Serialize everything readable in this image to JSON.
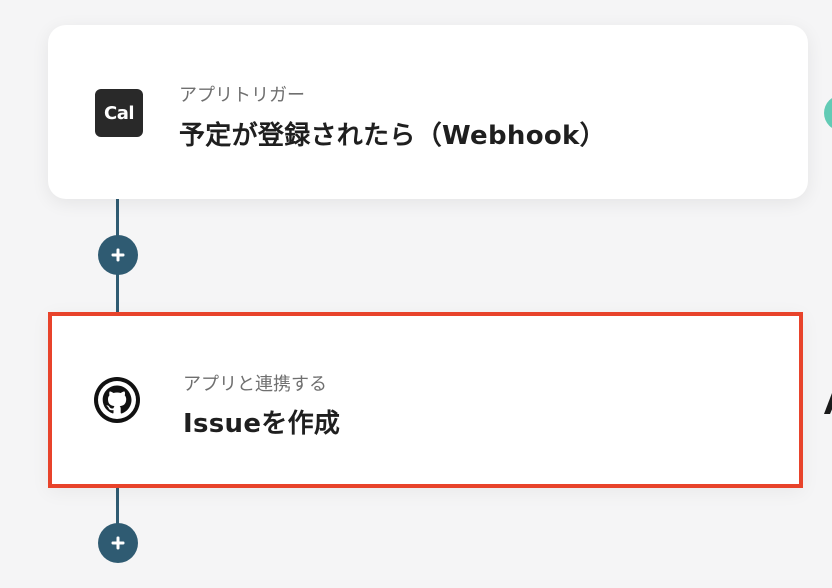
{
  "flow": {
    "trigger": {
      "kind_label": "アプリトリガー",
      "title": "予定が登録されたら（Webhook）",
      "app_icon": "cal-com-icon",
      "app_icon_text": "Cal"
    },
    "action": {
      "kind_label": "アプリと連携する",
      "title": "Issueを作成",
      "app_icon": "github-icon"
    },
    "add_step_icon": "plus-icon"
  },
  "colors": {
    "background": "#f5f5f6",
    "connector": "#2f5b72",
    "highlight_border": "#e8432b",
    "edge_teal": "#62cbb5"
  }
}
